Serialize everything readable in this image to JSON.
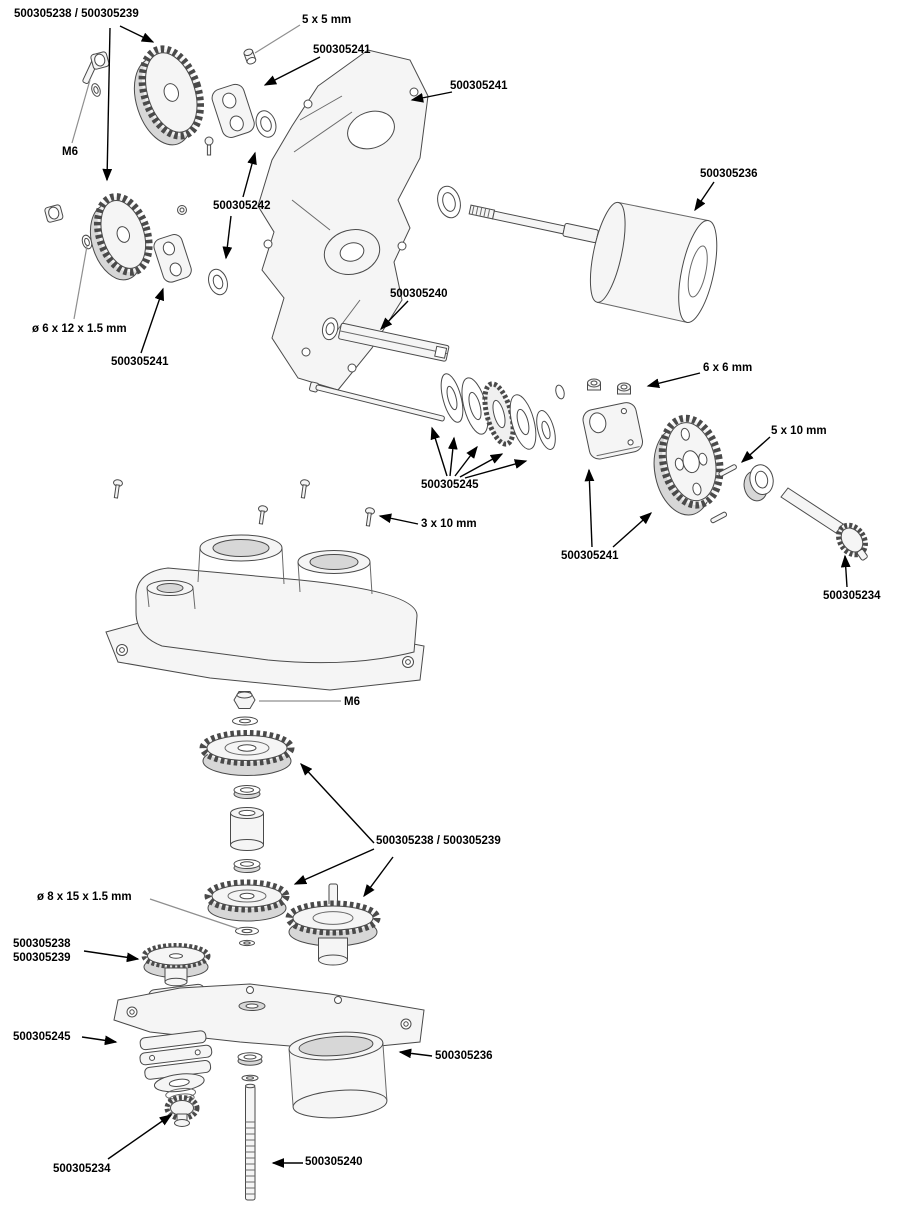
{
  "colors": {
    "background": "#ffffff",
    "ink": "#000000",
    "line_art": "#4a4a4a"
  },
  "labels": [
    {
      "text": "500305238 / 500305239"
    },
    {
      "text": "5 x 5 mm"
    },
    {
      "text": "500305241"
    },
    {
      "text": "500305241"
    },
    {
      "text": "M6"
    },
    {
      "text": "500305236"
    },
    {
      "text": "500305242"
    },
    {
      "text": "ø 6 x 12 x 1.5 mm"
    },
    {
      "text": "500305240"
    },
    {
      "text": "500305241"
    },
    {
      "text": "6 x 6 mm"
    },
    {
      "text": "5 x 10 mm"
    },
    {
      "text": "500305245"
    },
    {
      "text": "3 x 10 mm"
    },
    {
      "text": "500305241"
    },
    {
      "text": "500305234"
    },
    {
      "text": "M6"
    },
    {
      "text": "500305238 / 500305239"
    },
    {
      "text": "ø 8 x 15 x 1.5 mm"
    },
    {
      "text": "500305238"
    },
    {
      "text": "500305239"
    },
    {
      "text": "500305245"
    },
    {
      "text": "500305236"
    },
    {
      "text": "500305234"
    },
    {
      "text": "500305240"
    }
  ]
}
